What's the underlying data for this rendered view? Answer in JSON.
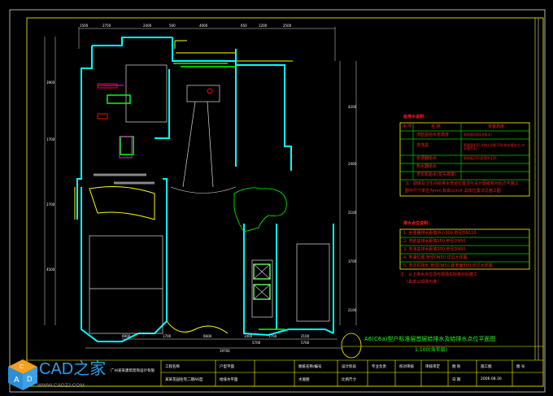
{
  "drawing": {
    "title": "A6(C6a)型户标准层首层给排水及给排水点位平面图",
    "scale": "1:100(含半层)",
    "top_dims": [
      "1500",
      "2750",
      "2400",
      "500",
      "4000",
      "650",
      "1200",
      "2500"
    ],
    "bottom_dims": [
      "6900",
      "1700",
      "6600",
      "1400",
      "1700",
      "2100",
      "5700",
      "5700",
      "19700"
    ],
    "left_dims": [
      "3900",
      "1700",
      "2700",
      "4500"
    ],
    "right_dims": [
      "4200",
      "2400",
      "2100",
      "3700",
      "2100"
    ]
  },
  "notes1": {
    "heading": "给排水说明：",
    "header": [
      "序 号",
      "名 称",
      "安装高度"
    ],
    "rows": [
      [
        "",
        "洗脸盆给水管高度",
        "距地面500(冷热水)"
      ],
      [
        "",
        "洗涤盆",
        "距地面450,冷热水间距150;热水管在左,冷水管在右"
      ],
      [
        "",
        "坐便器给水",
        "距地面250,距墙中150"
      ],
      [
        "",
        "热水器给水",
        ""
      ],
      [
        "",
        "洗衣机给水(龙头高度)",
        ""
      ]
    ],
    "foot1": "注：厨房及卫生间给排水管道位置须与设计图纸核对后方可施工",
    "foot2": "图中尺寸单位为mm,标高以m计,具体位置详见施工图"
  },
  "notes2": {
    "heading": "排水点位说明：",
    "rows": [
      "1. 坐便器排水距墙中心300,管径DN110",
      "2. 洗脸盆排水距墙150,管径DN50",
      "3. 洗涤盆排水距墙200,管径DN50",
      "4. 地漏位置,管径DN50,详见大样图",
      "5. 洗衣机排水,管径DN50,距地面500,详见大样图"
    ],
    "foot1": "注：以上排水点位须与现场实际核对后施工",
    "foot2": "(具体以现场为准)"
  },
  "title_block": {
    "company": "广州某某建筑装饰设计有限",
    "row1": [
      "工程名称",
      "户型平面",
      "",
      "图纸名称/编号",
      "设计阶段",
      "专业负责",
      "校对审核",
      "审核审定",
      "图 别",
      "施工图",
      "图 号"
    ],
    "row2": [
      "某某花园住宅二期A6型",
      "给排水平面",
      "",
      "水施图",
      "比例尺寸",
      "",
      "",
      "",
      "日 期",
      "2006.08.30",
      ""
    ]
  },
  "watermark": {
    "brand": "CAD之家",
    "url": "WWW.CADZJ.COM",
    "cube_letters": [
      "C",
      "A",
      "D"
    ]
  },
  "colors": {
    "frame": "#ffff00",
    "wall": "#00ffff",
    "green": "#00ff00",
    "red": "#ff0000",
    "magenta": "#ff00ff",
    "grey": "#808080"
  }
}
